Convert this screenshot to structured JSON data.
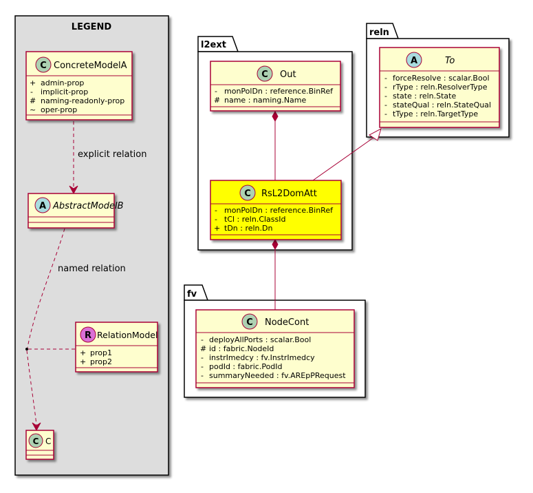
{
  "legend": {
    "title": "LEGEND",
    "concrete": {
      "stereo": "C",
      "name": "ConcreteModelA",
      "props": [
        {
          "vis": "+",
          "text": "admin-prop"
        },
        {
          "vis": "-",
          "text": "implicit-prop"
        },
        {
          "vis": "#",
          "text": "naming-readonly-prop"
        },
        {
          "vis": "~",
          "text": "oper-prop"
        }
      ]
    },
    "abstract": {
      "stereo": "A",
      "name": "AbstractModelB"
    },
    "relmodel": {
      "stereo": "R",
      "name": "RelationModel",
      "props": [
        {
          "vis": "+",
          "text": "prop1"
        },
        {
          "vis": "+",
          "text": "prop2"
        }
      ]
    },
    "c": {
      "stereo": "C",
      "name": "C"
    },
    "explicit_label": "explicit relation",
    "named_label": "named relation"
  },
  "packages": {
    "l2ext": "l2ext",
    "reln": "reln",
    "fv": "fv"
  },
  "classes": {
    "out": {
      "stereo": "C",
      "name": "Out",
      "props": [
        {
          "vis": "-",
          "text": "monPolDn : reference.BinRef"
        },
        {
          "vis": "#",
          "text": "name : naming.Name"
        }
      ]
    },
    "rsl2": {
      "stereo": "C",
      "name": "RsL2DomAtt",
      "props": [
        {
          "vis": "-",
          "text": "monPolDn : reference.BinRef"
        },
        {
          "vis": "-",
          "text": "tCl : reln.ClassId"
        },
        {
          "vis": "+",
          "text": "tDn : reln.Dn"
        }
      ]
    },
    "to": {
      "stereo": "A",
      "name": "To",
      "props": [
        {
          "vis": "-",
          "text": "forceResolve : scalar.Bool"
        },
        {
          "vis": "-",
          "text": "rType : reln.ResolverType"
        },
        {
          "vis": "-",
          "text": "state : reln.State"
        },
        {
          "vis": "-",
          "text": "stateQual : reln.StateQual"
        },
        {
          "vis": "-",
          "text": "tType : reln.TargetType"
        }
      ]
    },
    "nodecont": {
      "stereo": "C",
      "name": "NodeCont",
      "props": [
        {
          "vis": "-",
          "text": "deployAllPorts : scalar.Bool"
        },
        {
          "vis": "#",
          "text": "id : fabric.NodeId"
        },
        {
          "vis": "-",
          "text": "instrImedcy : fv.InstrImedcy"
        },
        {
          "vis": "-",
          "text": "podId : fabric.PodId"
        },
        {
          "vis": "-",
          "text": "summaryNeeded : fv.AREpPRequest"
        }
      ]
    }
  },
  "colors": {
    "class_fill": "#FEFECE",
    "class_border": "#A80036",
    "highlight_fill": "#FFFF00",
    "legend_bg": "#DDDDDD",
    "concrete_badge": "#ADD1B2",
    "abstract_badge": "#A9DCDF",
    "relation_badge": "#DA70D6"
  }
}
